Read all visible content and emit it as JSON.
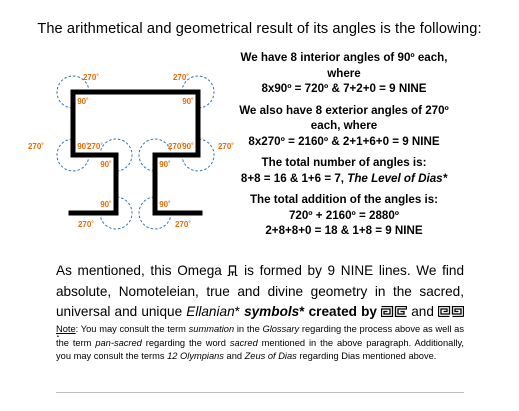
{
  "heading": "The arithmetical and geometrical result of its angles is the following:",
  "figure": {
    "exterior_angle_label": "270˚",
    "interior_angle_label": "90˚",
    "arc_color": "#2e75b6",
    "label_color": "#e36c09",
    "line_color": "#000000"
  },
  "calc": {
    "interior": {
      "line1": "We have 8 interior angles of 90º each,",
      "line2": "where",
      "line3": "8x90º = 720º  &  7+2+0 = 9 NINE"
    },
    "exterior": {
      "line1": "We also have 8 exterior angles of 270º",
      "line2": "each, where",
      "line3": "8x270º = 2160º  &  2+1+6+0 = 9 NINE"
    },
    "total_number": {
      "line1": "The total number of angles is:",
      "line2_prefix": "8+8 = 16 & 1+6 = 7, ",
      "line2_italic": "The Level of Dias*"
    },
    "total_addition": {
      "line1": "The total addition of the angles is:",
      "line2": "720º + 2160º = 2880º",
      "line3": "2+8+8+0 = 18  &  1+8 = 9 NINE"
    }
  },
  "paragraph": {
    "part1": "As mentioned, this Omega ",
    "part2": " is formed by 9 NINE lines. We find absolute, Nomoteleian, true and divine geometry in the sacred, universal and unique ",
    "italic1": "Ellanian",
    "part3": "* ",
    "italic2": "symbols",
    "part4": "* created by ",
    "part5": " and ",
    "part6": "."
  },
  "note": {
    "label": "Note",
    "t1": ": You may consult the term ",
    "i1": "summation",
    "t2": " in the ",
    "i2": "Glossary",
    "t3": " regarding the process above as well as the term ",
    "i3": "pan-sacred",
    "t4": " regarding the word ",
    "i4": "sacred",
    "t5": " mentioned in the above paragraph. Additionally, you may consult the terms ",
    "i5": "12 Olympians",
    "t6": " and ",
    "i6": "Zeus of Dias",
    "t7": " regarding Dias mentioned above."
  }
}
